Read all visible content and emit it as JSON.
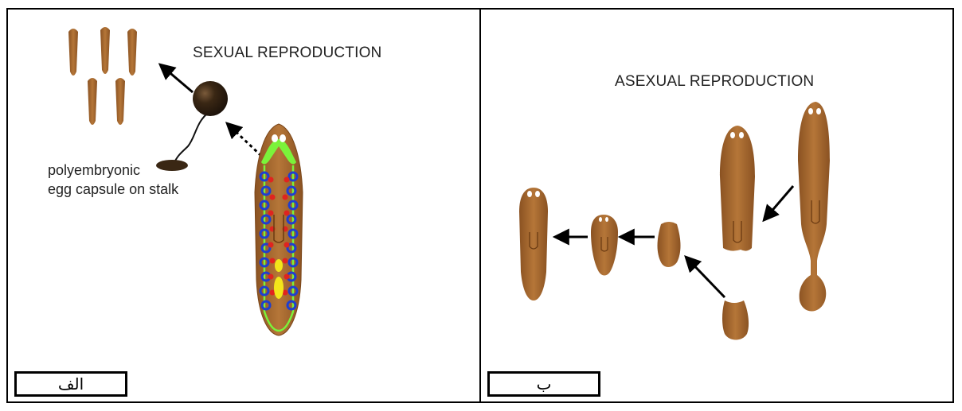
{
  "panel_a": {
    "title": "SEXUAL REPRODUCTION",
    "egg_label_line1": "polyembryonic",
    "egg_label_line2": "egg capsule on stalk",
    "label": "الف"
  },
  "panel_b": {
    "title": "ASEXUAL REPRODUCTION",
    "label": "ب"
  },
  "colors": {
    "worm_body": "#a8672e",
    "egg_capsule": "#3a2714",
    "testes": "#1f3fcf",
    "ovary_dots": "#e0241f",
    "brain": "#7bf33a",
    "pharynx_yellow": "#f3e61a"
  }
}
